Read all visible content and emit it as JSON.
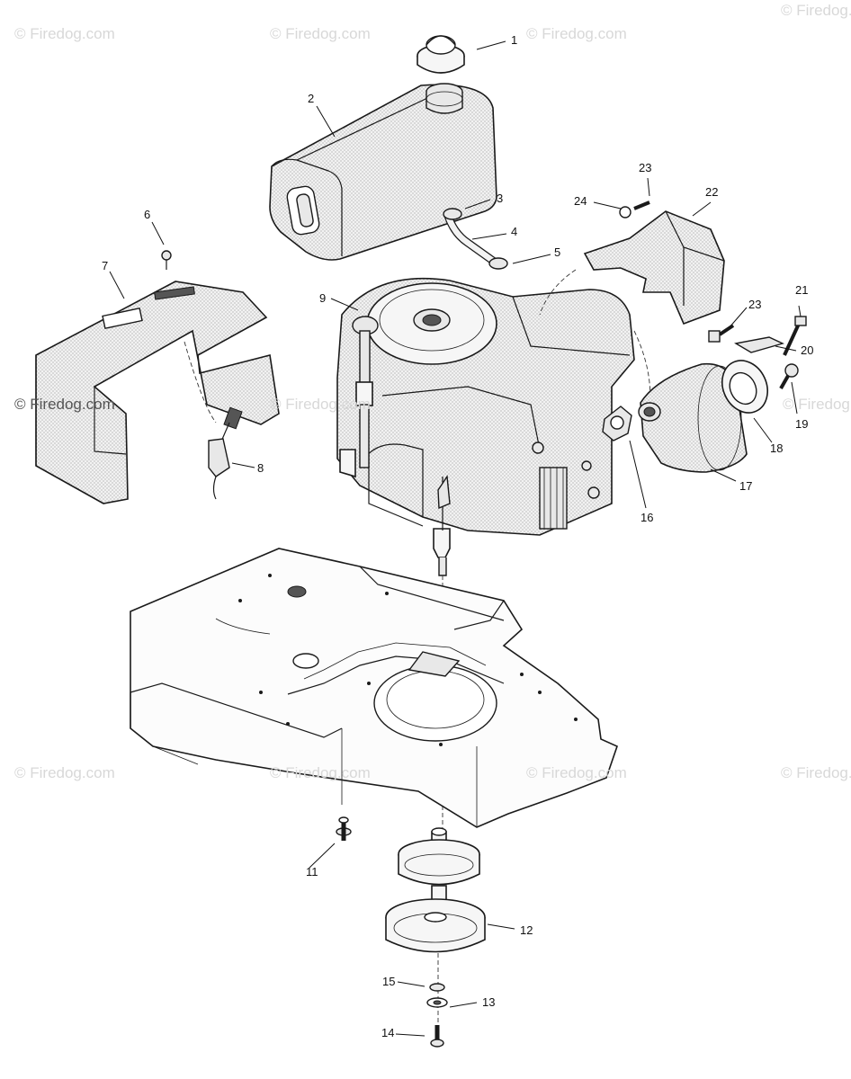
{
  "watermark": "© Firedog.com",
  "callouts": [
    "1",
    "2",
    "3",
    "4",
    "5",
    "6",
    "7",
    "8",
    "9",
    "11",
    "12",
    "13",
    "14",
    "15",
    "16",
    "17",
    "18",
    "19",
    "20",
    "21",
    "22",
    "23",
    "23",
    "24"
  ]
}
